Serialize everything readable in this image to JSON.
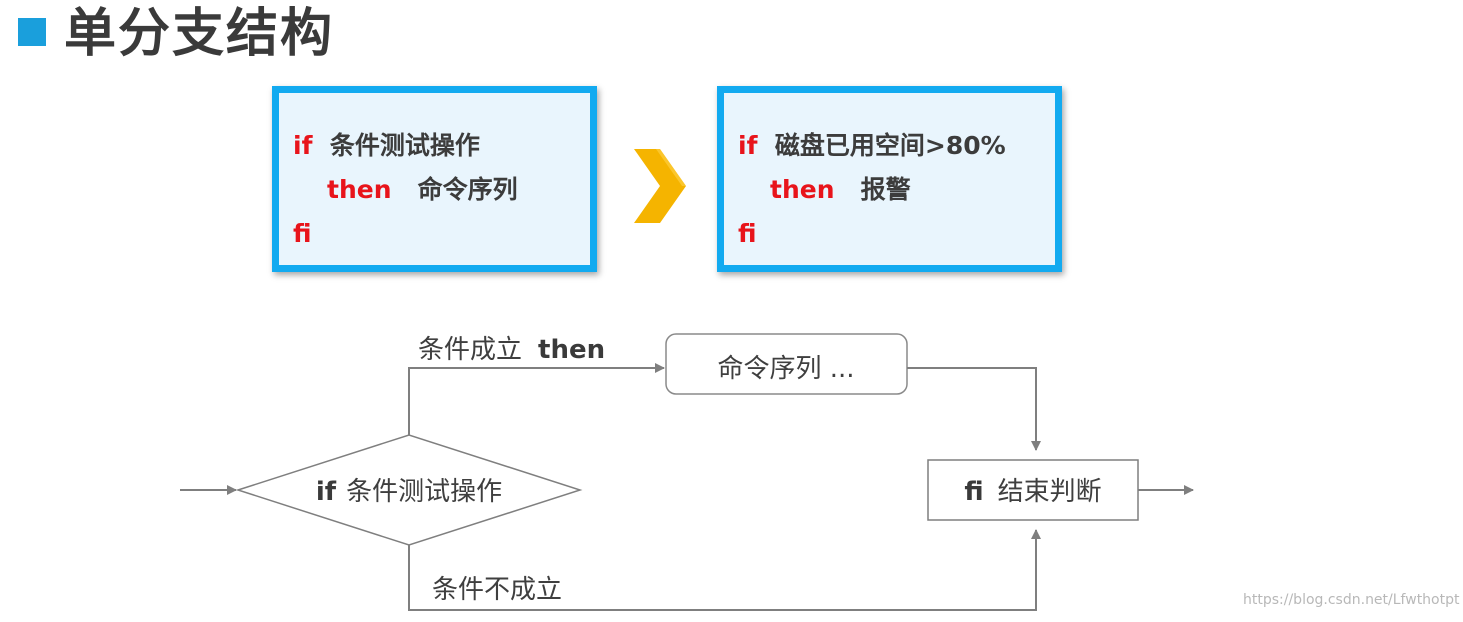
{
  "title": "单分支结构",
  "colors": {
    "accent": "#1a9fdc",
    "box_border": "#12aaf0",
    "box_fill": "#e9f5fd",
    "keyword": "#e8141b",
    "chevron": "#f5b400"
  },
  "syntax_box": {
    "if_kw": "if",
    "condition": "条件测试操作",
    "then_kw": "then",
    "command": "命令序列",
    "fi_kw": "fi"
  },
  "example_box": {
    "if_kw": "if",
    "condition": "磁盘已用空间>80%",
    "then_kw": "then",
    "command": "报警",
    "fi_kw": "fi"
  },
  "flowchart": {
    "decision_if": "if",
    "decision_text": "条件测试操作",
    "true_label": "条件成立",
    "true_then": "then",
    "command_box": "命令序列 ...",
    "end_fi": "fi",
    "end_text": "结束判断",
    "false_label": "条件不成立"
  },
  "watermark": "https://blog.csdn.net/Lfwthotpt"
}
